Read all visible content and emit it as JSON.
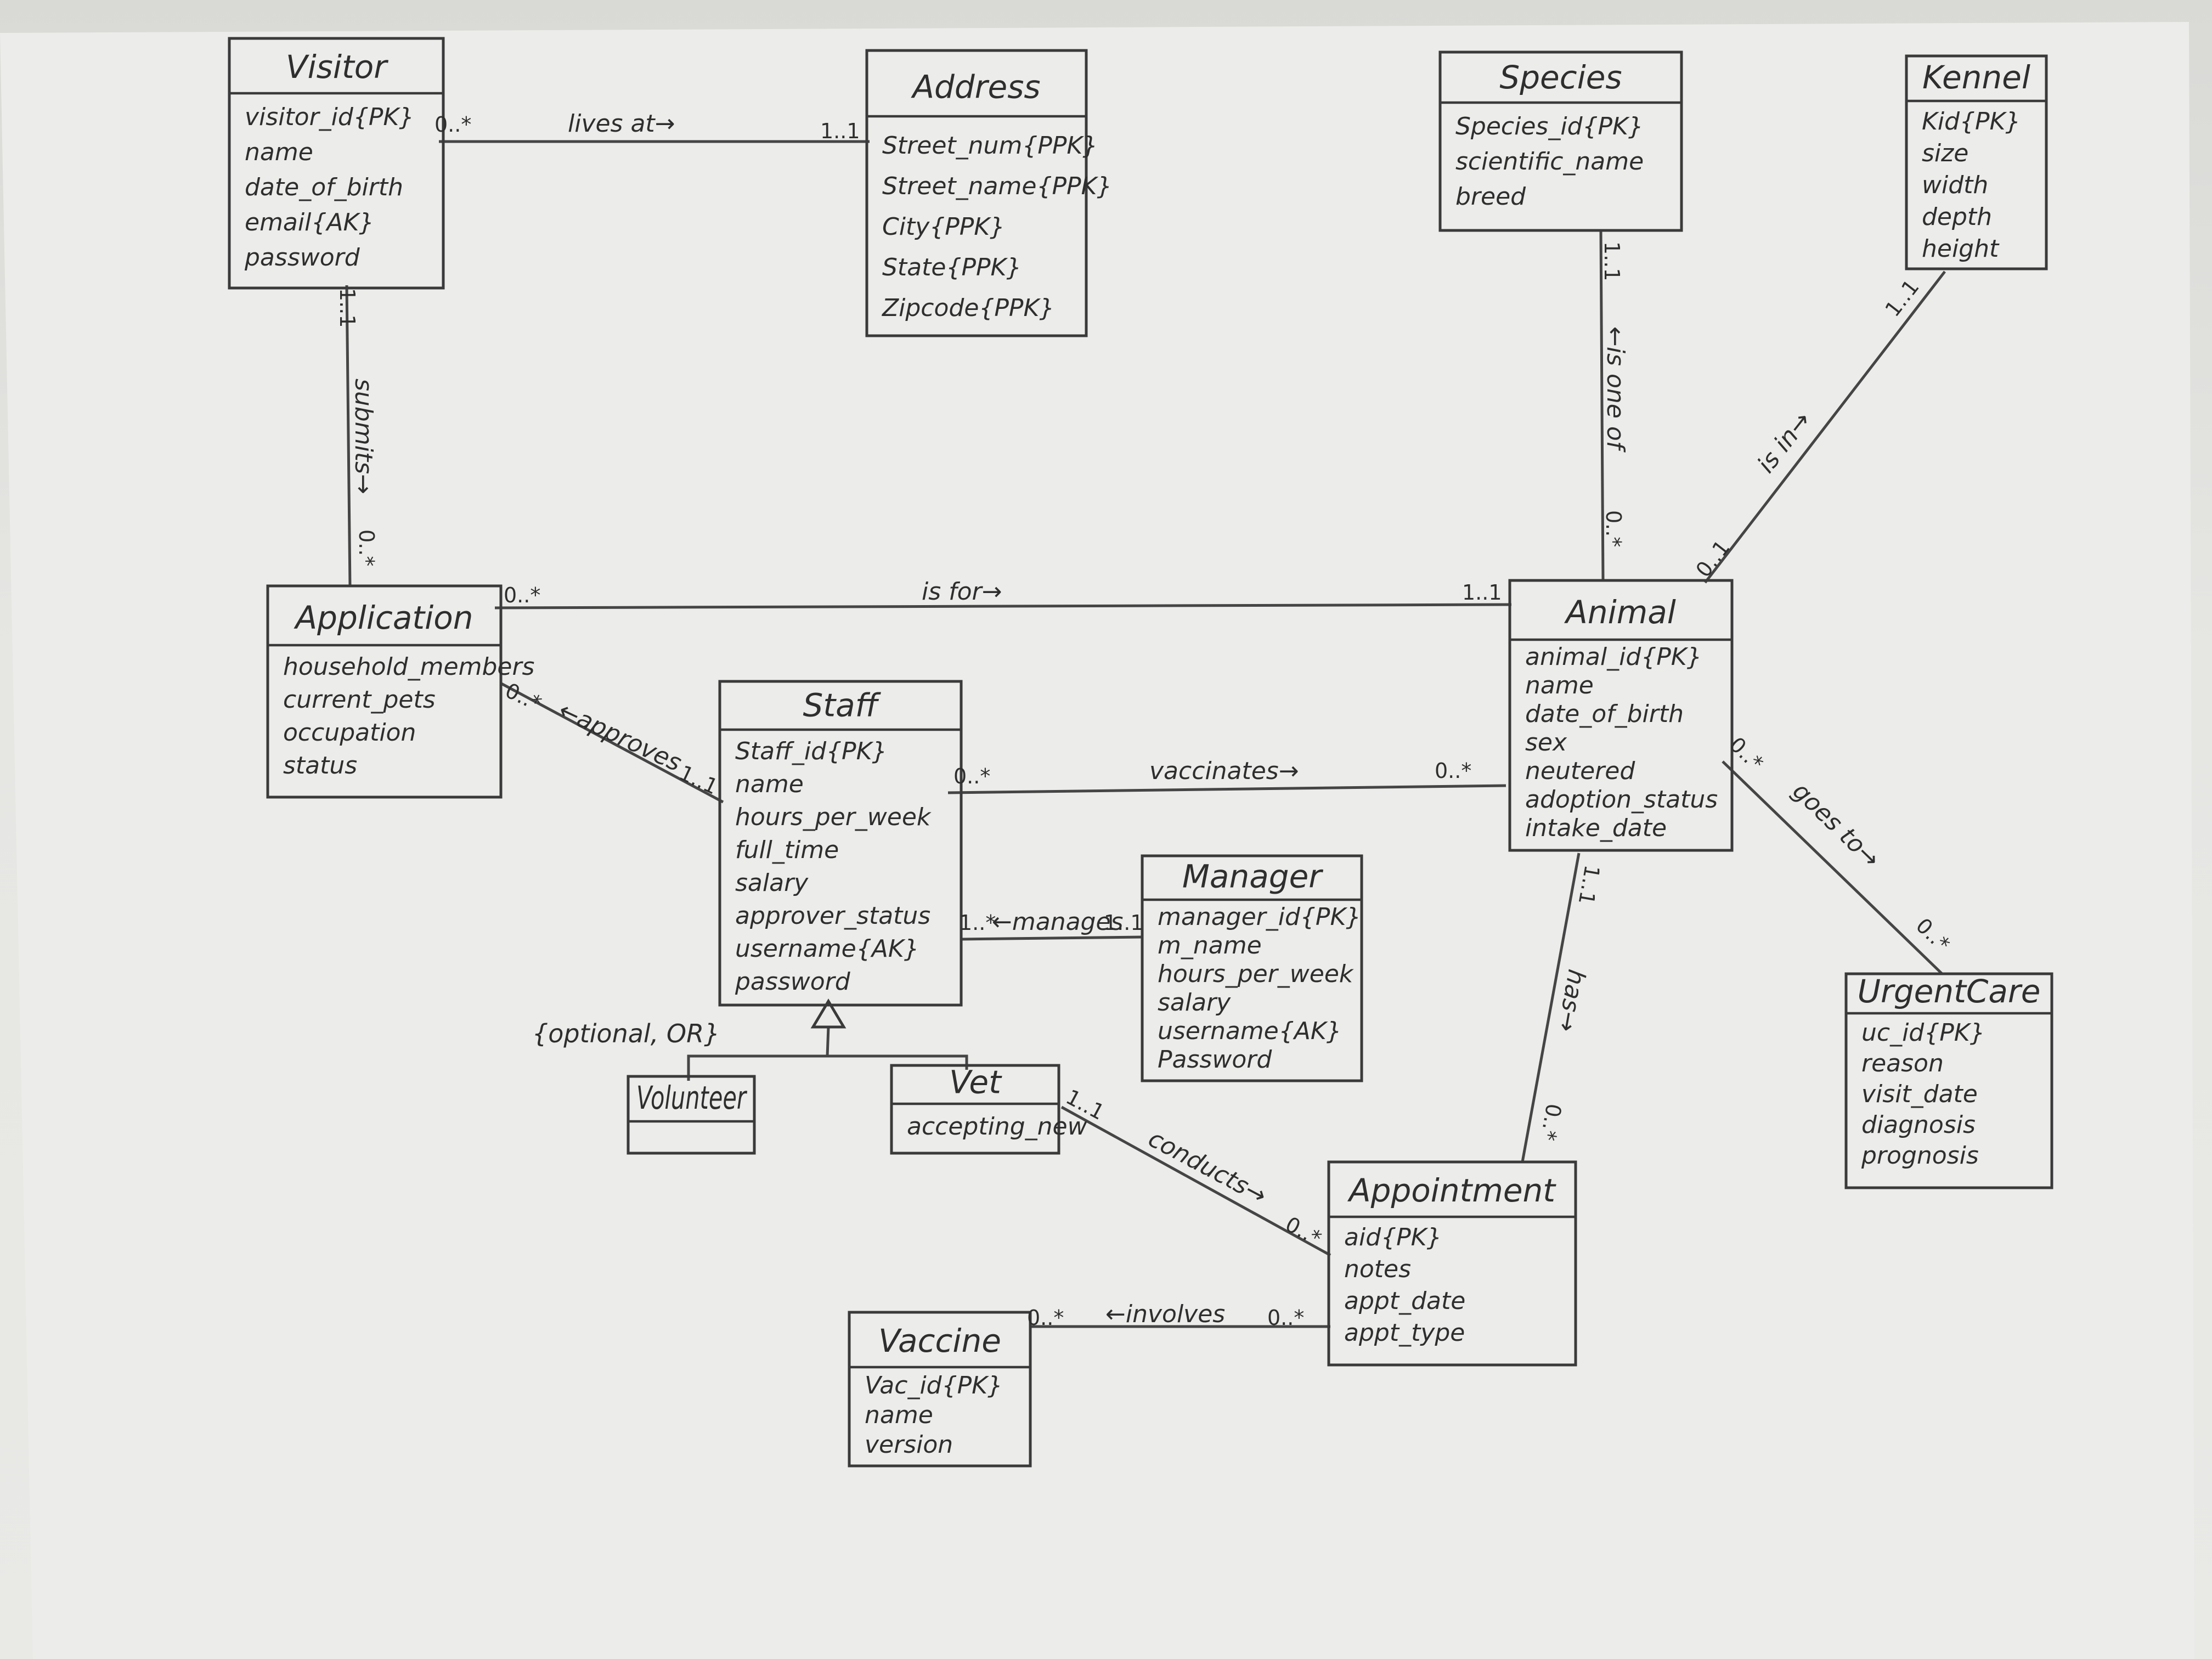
{
  "colors": {
    "paper": "#ececea",
    "ink": "#3a3a3a",
    "background": "#2b2b2b"
  },
  "entities": [
    {
      "key": "visitor",
      "name": "Visitor",
      "attributes": [
        "visitor_id{PK}",
        "name",
        "date_of_birth",
        "email{AK}",
        "password"
      ]
    },
    {
      "key": "address",
      "name": "Address",
      "attributes": [
        "Street_num{PPK}",
        "Street_name{PPK}",
        "City{PPK}",
        "State{PPK}",
        "Zipcode{PPK}"
      ]
    },
    {
      "key": "species",
      "name": "Species",
      "attributes": [
        "Species_id{PK}",
        "scientific_name",
        "breed"
      ]
    },
    {
      "key": "kennel",
      "name": "Kennel",
      "attributes": [
        "Kid{PK}",
        "size",
        "width",
        "depth",
        "height"
      ]
    },
    {
      "key": "application",
      "name": "Application",
      "attributes": [
        "household_members",
        "current_pets",
        "occupation",
        "status"
      ]
    },
    {
      "key": "animal",
      "name": "Animal",
      "attributes": [
        "animal_id{PK}",
        "name",
        "date_of_birth",
        "sex",
        "neutered",
        "adoption_status",
        "intake_date"
      ]
    },
    {
      "key": "staff",
      "name": "Staff",
      "attributes": [
        "Staff_id{PK}",
        "name",
        "hours_per_week",
        "full_time",
        "salary",
        "approver_status",
        "username{AK}",
        "password"
      ]
    },
    {
      "key": "manager",
      "name": "Manager",
      "attributes": [
        "manager_id{PK}",
        "m_name",
        "hours_per_week",
        "salary",
        "username{AK}",
        "Password"
      ]
    },
    {
      "key": "volunteer",
      "name": "Volunteer",
      "attributes": []
    },
    {
      "key": "vet",
      "name": "Vet",
      "attributes": [
        "accepting_new"
      ]
    },
    {
      "key": "urgentcare",
      "name": "UrgentCare",
      "attributes": [
        "uc_id{PK}",
        "reason",
        "visit_date",
        "diagnosis",
        "prognosis"
      ]
    },
    {
      "key": "appointment",
      "name": "Appointment",
      "attributes": [
        "aid{PK}",
        "notes",
        "appt_date",
        "appt_type"
      ]
    },
    {
      "key": "vaccine",
      "name": "Vaccine",
      "attributes": [
        "Vac_id{PK}",
        "name",
        "version"
      ]
    }
  ],
  "relationships": [
    {
      "key": "lives_at",
      "label": "lives at→",
      "from_mult": "0..*",
      "to_mult": "1..1"
    },
    {
      "key": "submits",
      "label": "submits→",
      "from_mult": "1..1",
      "to_mult": "0..*"
    },
    {
      "key": "is_one_of",
      "label": "←is one of",
      "from_mult": "1..1",
      "to_mult": "0..*"
    },
    {
      "key": "is_in",
      "label": "is in→",
      "from_mult": "0..1",
      "to_mult": "1..1"
    },
    {
      "key": "is_for",
      "label": "is for→",
      "from_mult": "0..*",
      "to_mult": "1..1"
    },
    {
      "key": "approves",
      "label": "←approves",
      "from_mult": "0..*",
      "to_mult": "1..1"
    },
    {
      "key": "vaccinates",
      "label": "vaccinates→",
      "from_mult": "0..*",
      "to_mult": "0..*"
    },
    {
      "key": "manages",
      "label": "←manages",
      "from_mult": "1..*",
      "to_mult": "1..1"
    },
    {
      "key": "goes_to",
      "label": "goes to→",
      "from_mult": "0..*",
      "to_mult": "0..*"
    },
    {
      "key": "has",
      "label": "has→",
      "from_mult": "1..1",
      "to_mult": "0..*"
    },
    {
      "key": "conducts",
      "label": "conducts→",
      "from_mult": "1..1",
      "to_mult": "0..*"
    },
    {
      "key": "involves",
      "label": "←involves",
      "from_mult": "0..*",
      "to_mult": "0..*"
    }
  ],
  "generalization_note": "{optional, OR}"
}
